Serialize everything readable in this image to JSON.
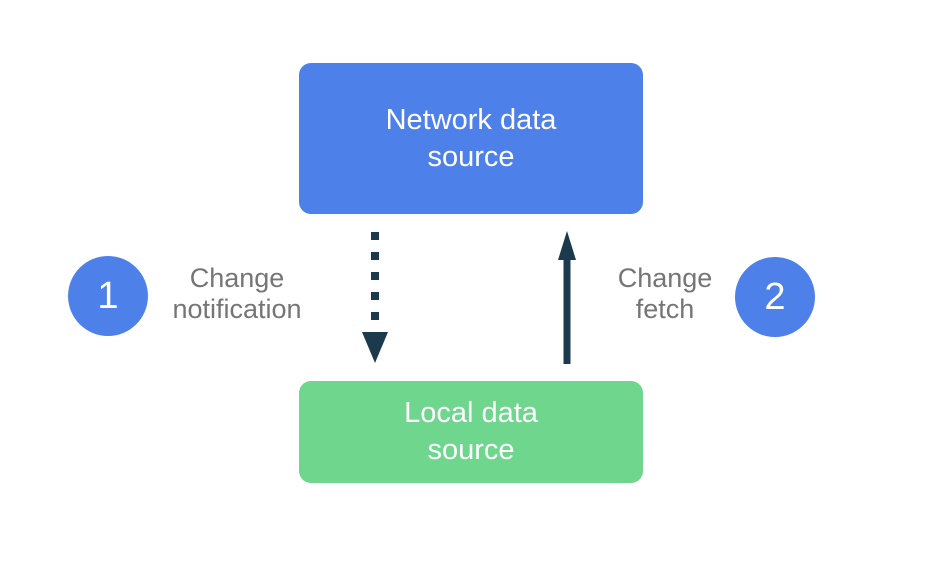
{
  "nodes": {
    "network": {
      "label": "Network data\nsource",
      "fill": "#4D81E9",
      "text_color": "#FFFFFF"
    },
    "local": {
      "label": "Local data\nsource",
      "fill": "#6FD68D",
      "text_color": "#FFFFFF"
    }
  },
  "steps": [
    {
      "number": "1",
      "label": "Change\nnotification",
      "arrow_style": "dotted",
      "direction": "down",
      "from": "network",
      "to": "local"
    },
    {
      "number": "2",
      "label": "Change\nfetch",
      "arrow_style": "solid",
      "direction": "up",
      "from": "local",
      "to": "network"
    }
  ],
  "colors": {
    "node_blue": "#4D81E9",
    "node_green": "#6FD68D",
    "badge_blue": "#4D81E9",
    "arrow_dark": "#1C3A4D",
    "label_gray": "#757575",
    "background": "#FFFFFF"
  }
}
